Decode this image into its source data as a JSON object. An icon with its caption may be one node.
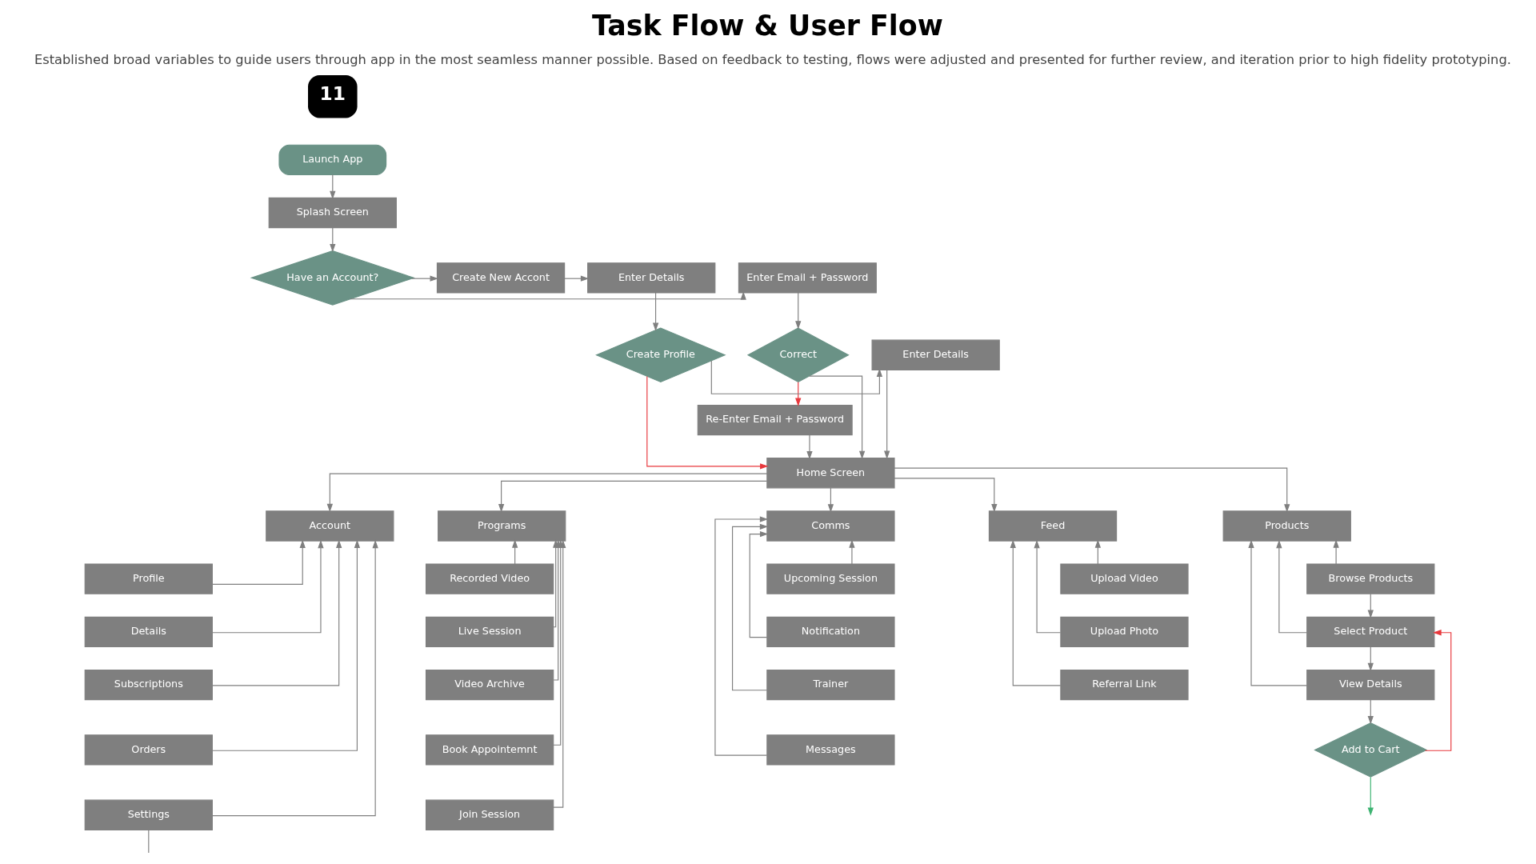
{
  "diagram": {
    "title": "Task Flow & User Flow",
    "caption": "Established broad variables to guide users through app in the most seamless manner possible. Based on feedback to testing, flows were adjusted and presented for further review, and iteration prior to high fidelity prototyping.",
    "nodes": [
      {
        "text": [
          "Launch App"
        ]
      },
      {
        "text": [
          "Splash Screen"
        ]
      },
      {
        "text": [
          "Have an Account?"
        ]
      },
      {
        "text": [
          "Enter Email + Password"
        ]
      },
      {
        "text": [
          "Create New Accont"
        ]
      },
      {
        "text": [
          "Enter Details"
        ]
      },
      {
        "text": [
          "Correct"
        ]
      },
      {
        "text": [
          "Create Profile"
        ]
      },
      {
        "text": [
          "Enter Details"
        ]
      },
      {
        "text": [
          "Re-Enter Email + Password"
        ]
      },
      {
        "text": [
          "Home Screen"
        ]
      },
      {
        "text": [
          "Account"
        ]
      },
      {
        "text": [
          "Programs"
        ]
      },
      {
        "text": [
          "Comms"
        ]
      },
      {
        "text": [
          "Feed"
        ]
      },
      {
        "text": [
          "Products"
        ]
      },
      {
        "text": [
          "Profile"
        ]
      },
      {
        "text": [
          "Details"
        ]
      },
      {
        "text": [
          "Subscriptions"
        ]
      },
      {
        "text": [
          "Orders"
        ]
      },
      {
        "text": [
          "Settings"
        ]
      },
      {
        "text": [
          "Recorded Video"
        ]
      },
      {
        "text": [
          "Live Session"
        ]
      },
      {
        "text": [
          "Video Archive"
        ]
      },
      {
        "text": [
          "Book Appointemnt"
        ]
      },
      {
        "text": [
          "Join Session"
        ]
      },
      {
        "text": [
          "Upcoming Session"
        ]
      },
      {
        "text": [
          "Notification"
        ]
      },
      {
        "text": [
          "Trainer"
        ]
      },
      {
        "text": [
          "Messages"
        ]
      },
      {
        "text": [
          "Upload Video"
        ]
      },
      {
        "text": [
          "Upload Photo"
        ]
      },
      {
        "text": [
          "Referral Link"
        ]
      },
      {
        "text": [
          "Browse Products"
        ]
      },
      {
        "text": [
          "Select Product"
        ]
      },
      {
        "text": [
          "View Details"
        ]
      },
      {
        "text": [
          "Add to Cart"
        ]
      }
    ],
    "edges": [
      {
        "from": 0,
        "to": 1,
        "arrow": "to"
      },
      {
        "from": 1,
        "to": 2,
        "arrow": "to"
      },
      {
        "from": 2,
        "to": 3,
        "arrow": "to"
      },
      {
        "from": 2,
        "to": 4,
        "arrow": "to"
      },
      {
        "from": 4,
        "to": 5,
        "arrow": "to"
      },
      {
        "from": 3,
        "to": 6,
        "arrow": "to"
      },
      {
        "from": 5,
        "to": 7,
        "arrow": "to"
      },
      {
        "from": 7,
        "to": 8,
        "arrow": "to"
      },
      {
        "from": 6,
        "to": 9,
        "arrow": "to",
        "color": "#e8383d"
      },
      {
        "from": 6,
        "to": 10,
        "arrow": "to"
      },
      {
        "from": 7,
        "to": 10,
        "arrow": "to",
        "color": "#e8383d"
      },
      {
        "from": 8,
        "to": 10,
        "arrow": "to"
      },
      {
        "from": 9,
        "to": 10,
        "arrow": "to"
      },
      {
        "from": 10,
        "to": 11,
        "arrow": "to"
      },
      {
        "from": 10,
        "to": 12,
        "arrow": "to"
      },
      {
        "from": 10,
        "to": 13,
        "arrow": "to"
      },
      {
        "from": 10,
        "to": 14,
        "arrow": "to"
      },
      {
        "from": 10,
        "to": 15,
        "arrow": "to"
      },
      {
        "from": 16,
        "to": 11,
        "arrow": "to"
      },
      {
        "from": 17,
        "to": 11,
        "arrow": "to"
      },
      {
        "from": 18,
        "to": 11,
        "arrow": "to"
      },
      {
        "from": 19,
        "to": 11,
        "arrow": "to"
      },
      {
        "from": 20,
        "to": 11,
        "arrow": "to"
      },
      {
        "from": 21,
        "to": 12,
        "arrow": "to"
      },
      {
        "from": 22,
        "to": 12,
        "arrow": "to"
      },
      {
        "from": 23,
        "to": 12,
        "arrow": "to"
      },
      {
        "from": 24,
        "to": 12,
        "arrow": "to"
      },
      {
        "from": 25,
        "to": 12,
        "arrow": "to"
      },
      {
        "from": 26,
        "to": 13,
        "arrow": "to"
      },
      {
        "from": 27,
        "to": 13,
        "arrow": "to"
      },
      {
        "from": 28,
        "to": 13,
        "arrow": "to"
      },
      {
        "from": 29,
        "to": 13,
        "arrow": "to"
      },
      {
        "from": 30,
        "to": 14,
        "arrow": "to"
      },
      {
        "from": 31,
        "to": 14,
        "arrow": "to"
      },
      {
        "from": 32,
        "to": 14,
        "arrow": "to"
      },
      {
        "from": 33,
        "to": 15,
        "arrow": "to"
      },
      {
        "from": 34,
        "to": 15,
        "arrow": "to"
      },
      {
        "from": 35,
        "to": 15,
        "arrow": "to"
      },
      {
        "from": 33,
        "to": 34,
        "arrow": "to"
      },
      {
        "from": 34,
        "to": 35,
        "arrow": "to"
      },
      {
        "from": 35,
        "to": 36,
        "arrow": "to"
      },
      {
        "from": 36,
        "to": 34,
        "arrow": "to",
        "color": "#e8383d"
      },
      {
        "from": 36,
        "to": null,
        "arrow": "to",
        "color": "#3cb371"
      },
      {
        "from": 20,
        "to": null,
        "arrow": "none"
      }
    ],
    "labels": [
      "11"
    ]
  }
}
